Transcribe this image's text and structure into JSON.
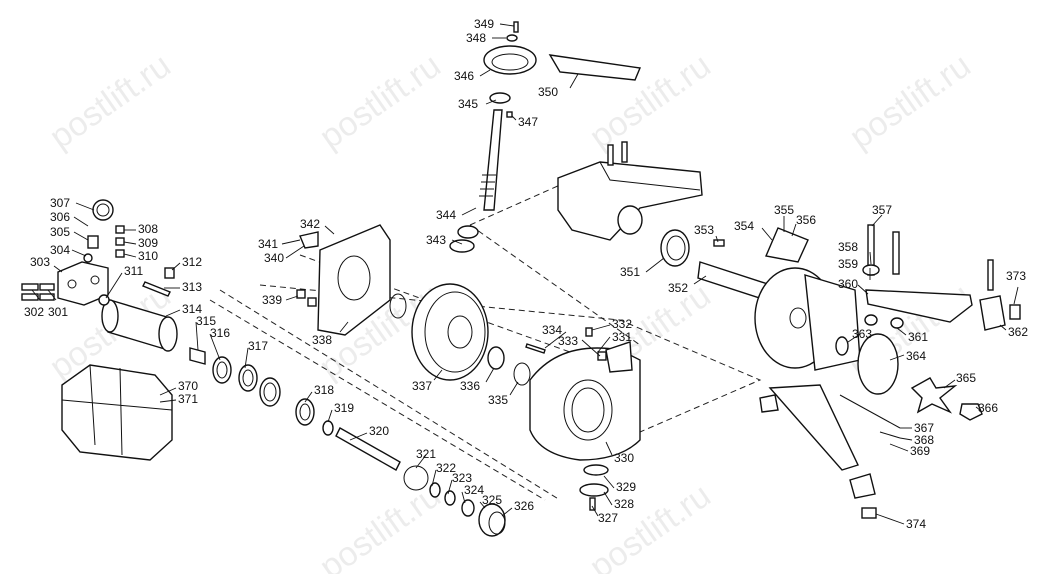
{
  "watermark": "postlift.ru",
  "labels": {
    "l301": "301",
    "l302": "302",
    "l303": "303",
    "l304": "304",
    "l305": "305",
    "l306": "306",
    "l307": "307",
    "l308": "308",
    "l309": "309",
    "l310": "310",
    "l311": "311",
    "l312": "312",
    "l313": "313",
    "l314": "314",
    "l315": "315",
    "l316": "316",
    "l317": "317",
    "l318": "318",
    "l319": "319",
    "l320": "320",
    "l321": "321",
    "l322": "322",
    "l323": "323",
    "l324": "324",
    "l325": "325",
    "l326": "326",
    "l327": "327",
    "l328": "328",
    "l329": "329",
    "l330": "330",
    "l331": "331",
    "l332": "332",
    "l333": "333",
    "l334": "334",
    "l335": "335",
    "l336": "336",
    "l337": "337",
    "l338": "338",
    "l339": "339",
    "l340": "340",
    "l341": "341",
    "l342": "342",
    "l343": "343",
    "l344": "344",
    "l345": "345",
    "l346": "346",
    "l347": "347",
    "l348": "348",
    "l349": "349",
    "l350": "350",
    "l351": "351",
    "l352": "352",
    "l353": "353",
    "l354": "354",
    "l355": "355",
    "l356": "356",
    "l357": "357",
    "l358": "358",
    "l359": "359",
    "l360": "360",
    "l361": "361",
    "l362": "362",
    "l363": "363",
    "l364": "364",
    "l365": "365",
    "l366": "366",
    "l367": "367",
    "l368": "368",
    "l369": "369",
    "l370": "370",
    "l371": "371",
    "l373": "373",
    "l374": "374"
  }
}
